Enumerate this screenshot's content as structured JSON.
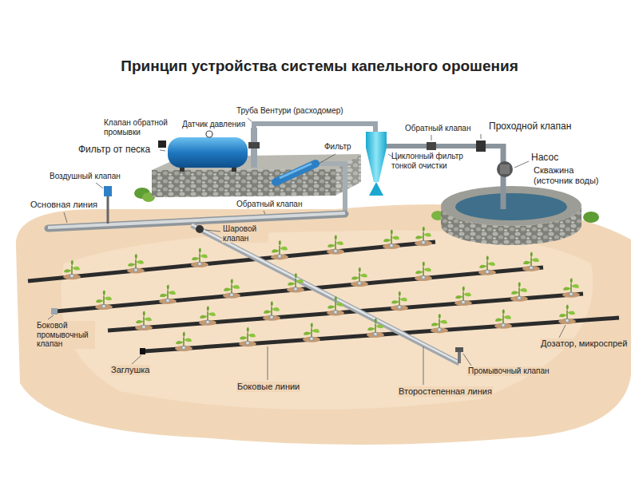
{
  "diagram": {
    "title": "Принцип устройства системы капельного орошения",
    "labels": [
      "Клапан обратной промывки",
      "Датчик давления",
      "Труба Вентури (расходомер)",
      "Фильтр от песка",
      "Фильтр",
      "Обратный клапан",
      "Проходной клапан",
      "Насос",
      "Циклонный фильтр тонкой очистки",
      "Скважина (источник воды)",
      "Воздушный клапан",
      "Основная линия",
      "Обратный клапан",
      "Шаровой клапан",
      "Боковой промывочный клапан",
      "Дозатор, микроспрей",
      "Заглушка",
      "Боковые линии",
      "Промывочный клапан",
      "Второстепенная линия"
    ]
  }
}
